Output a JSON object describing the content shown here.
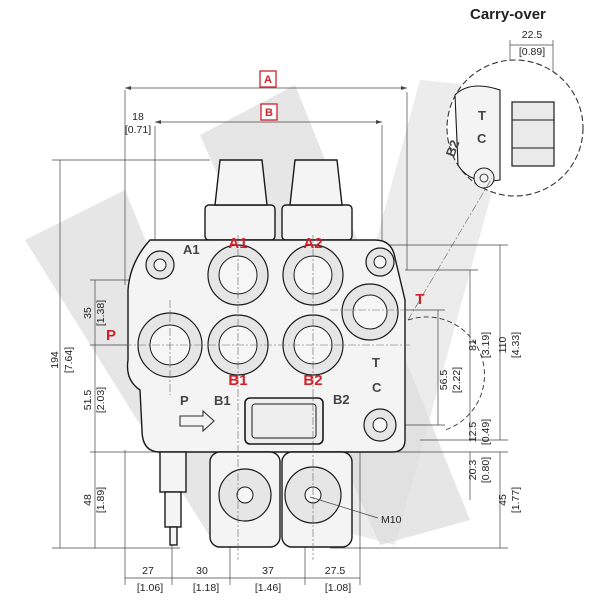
{
  "title": "Carry-over",
  "dimension_boxes": {
    "a": "A",
    "b": "B"
  },
  "port_labels": {
    "a1": "A1",
    "a2": "A2",
    "b1": "B1",
    "b2": "B2",
    "p": "P",
    "t": "T"
  },
  "stamped_labels": {
    "a1": "A1",
    "p": "P",
    "b1": "B1",
    "b2": "B2",
    "t": "T",
    "c": "C"
  },
  "dimensions": {
    "top_offset": {
      "mm": "18",
      "in": "[0.71]"
    },
    "carry_over_width": {
      "mm": "22.5",
      "in": "[0.89]"
    },
    "height_total": {
      "mm": "194",
      "in": "[7.64]"
    },
    "left_35": {
      "mm": "35",
      "in": "[1.38]"
    },
    "left_51_5": {
      "mm": "51.5",
      "in": "[2.03]"
    },
    "left_48": {
      "mm": "48",
      "in": "[1.89]"
    },
    "right_81": {
      "mm": "81",
      "in": "[3.19]"
    },
    "right_110": {
      "mm": "110",
      "in": "[4.33]"
    },
    "right_56_5": {
      "mm": "56.5",
      "in": "[2.22]"
    },
    "right_12_5": {
      "mm": "12.5",
      "in": "[0.49]"
    },
    "right_20_3": {
      "mm": "20.3",
      "in": "[0.80]"
    },
    "right_45": {
      "mm": "45",
      "in": "[1.77]"
    },
    "bottom_27": {
      "mm": "27",
      "in": "[1.06]"
    },
    "bottom_30": {
      "mm": "30",
      "in": "[1.18]"
    },
    "bottom_37": {
      "mm": "37",
      "in": "[1.46]"
    },
    "bottom_27_5": {
      "mm": "27.5",
      "in": "[1.08]"
    }
  },
  "callouts": {
    "thread": "M10"
  },
  "colors": {
    "label_red": "#d0202a",
    "watermark": "#d9d9d9",
    "line": "#1a1a1a"
  }
}
